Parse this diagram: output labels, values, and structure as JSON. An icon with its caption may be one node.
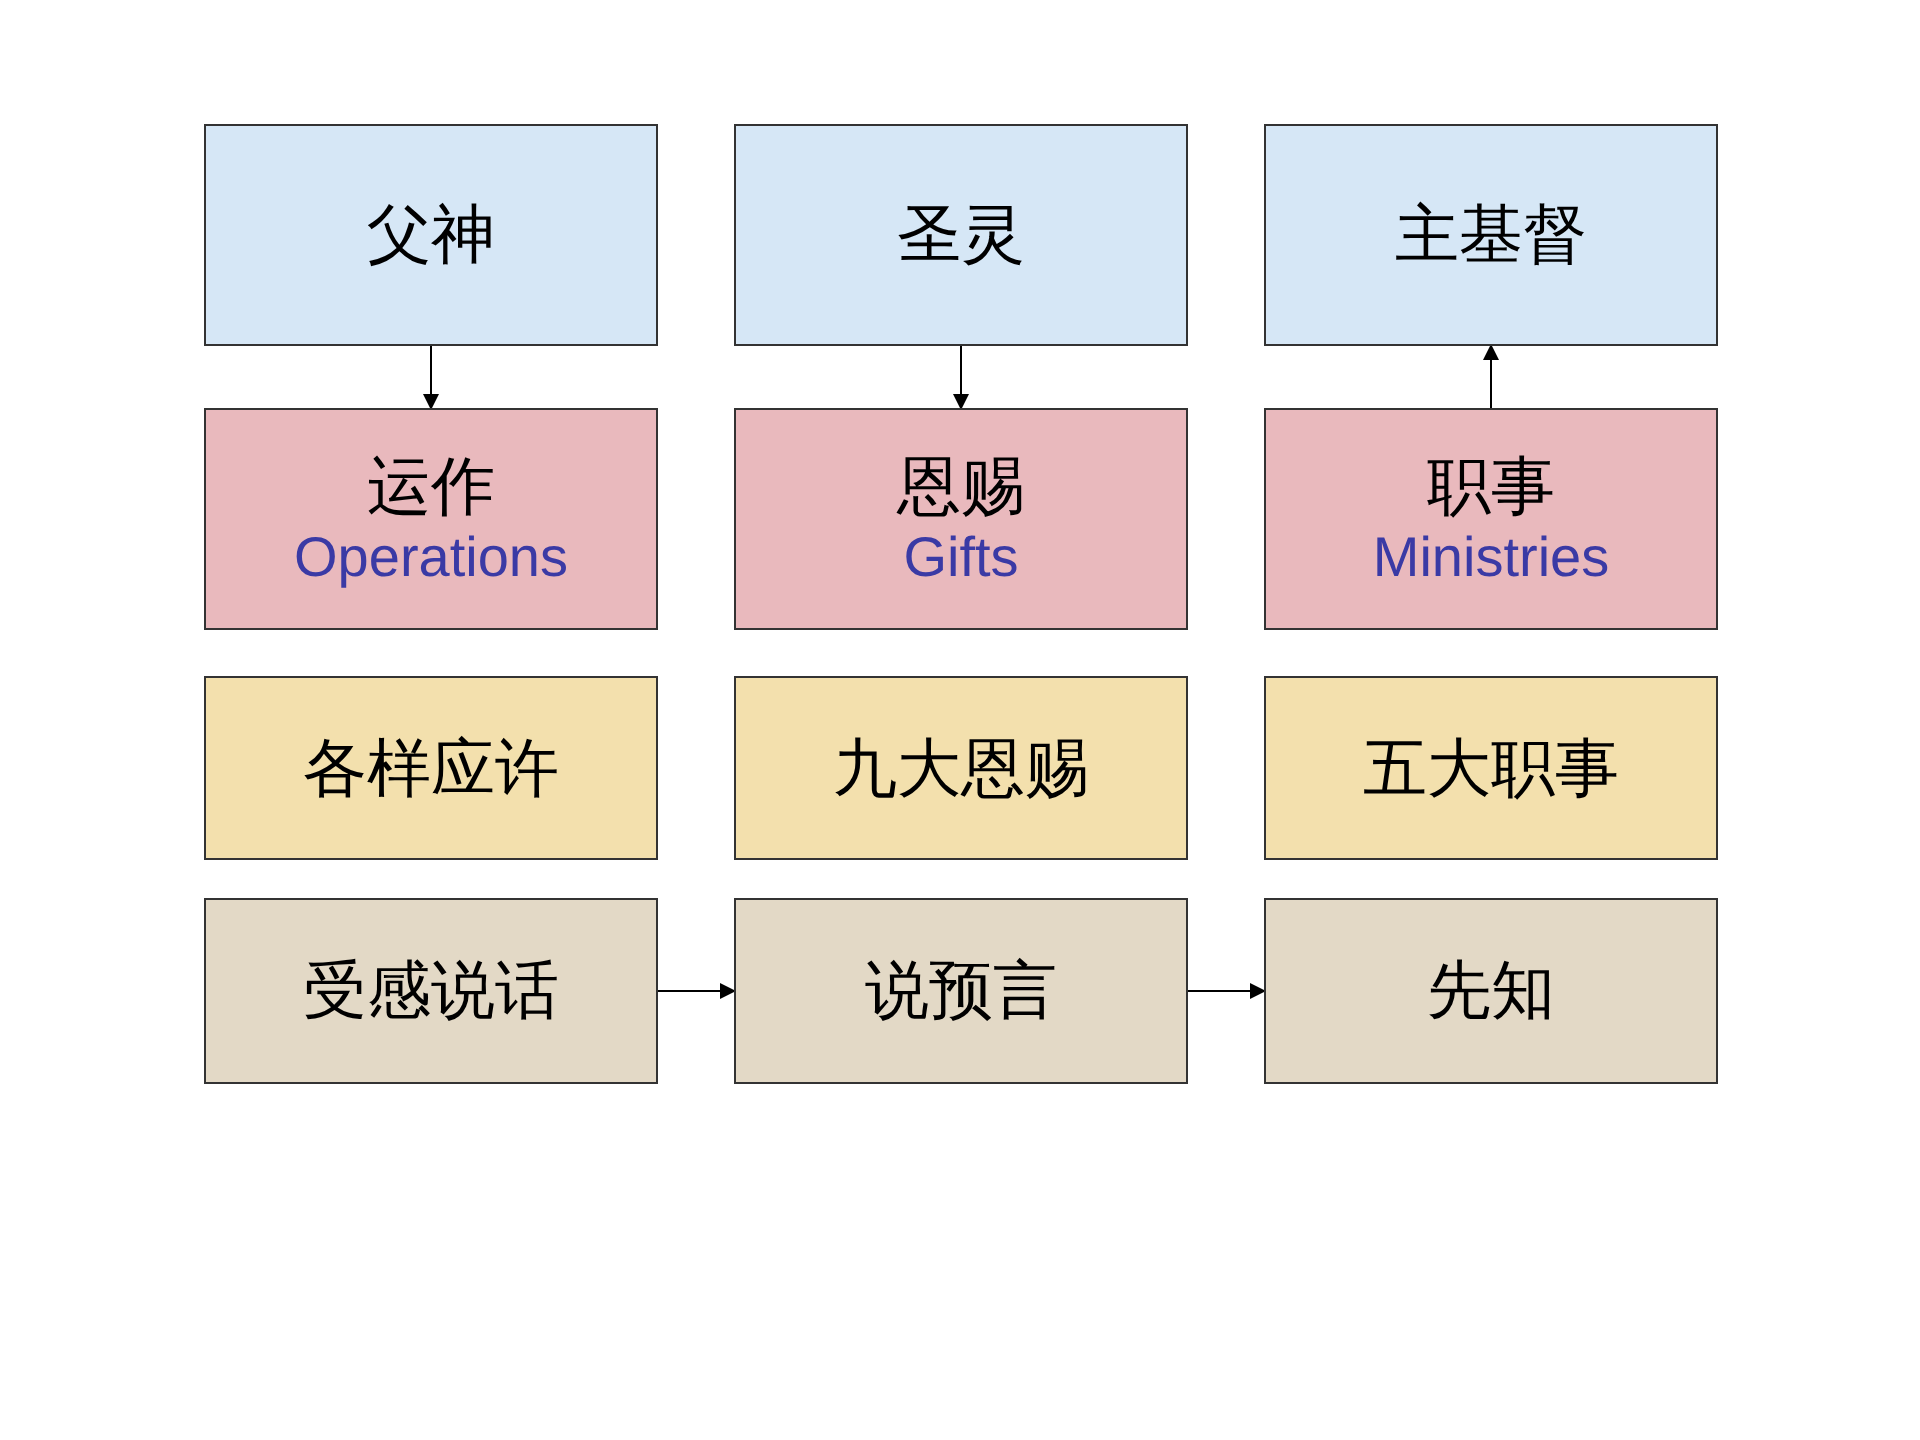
{
  "diagram": {
    "nodes": [
      {
        "text": [
          "父神"
        ]
      },
      {
        "text": [
          "圣灵"
        ]
      },
      {
        "text": [
          "主基督"
        ]
      },
      {
        "text": [
          "运作",
          "Operations"
        ]
      },
      {
        "text": [
          "恩赐",
          "Gifts"
        ]
      },
      {
        "text": [
          "职事",
          "Ministries"
        ]
      },
      {
        "text": [
          "各样应许"
        ]
      },
      {
        "text": [
          "九大恩赐"
        ]
      },
      {
        "text": [
          "五大职事"
        ]
      },
      {
        "text": [
          "受感说话"
        ]
      },
      {
        "text": [
          "说预言"
        ]
      },
      {
        "text": [
          "先知"
        ]
      }
    ],
    "edges": [
      {
        "from": 0,
        "to": 3,
        "arrow": "to"
      },
      {
        "from": 1,
        "to": 4,
        "arrow": "to"
      },
      {
        "from": 5,
        "to": 2,
        "arrow": "to"
      },
      {
        "from": 9,
        "to": 10,
        "arrow": "to"
      },
      {
        "from": 10,
        "to": 11,
        "arrow": "to"
      }
    ]
  }
}
